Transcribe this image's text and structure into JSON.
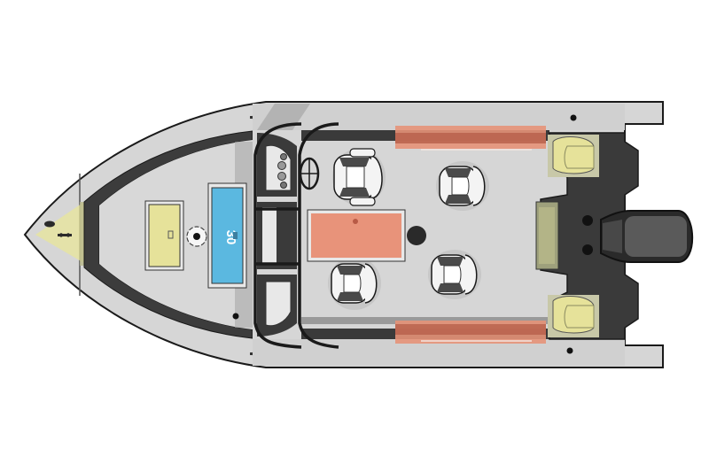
{
  "diagram": {
    "type": "boat-deck-layout-top-view",
    "background": "#ffffff",
    "colors": {
      "hull_outline": "#1a1a1a",
      "deck_light": "#d4d4d4",
      "gunwale": "#c8c8c8",
      "dark_trim": "#3c3c3c",
      "hatch_yellow": "#e6e29a",
      "livewell_blue": "#5bb8e0",
      "storage_orange": "#e8937a",
      "rod_locker_orange": "#e59278",
      "rod_locker_stripe": "#b8624c",
      "seat_white": "#f4f4f4",
      "seat_dark": "#4a4a4a",
      "motor_dark": "#3a3a3a",
      "light_cone": "#e8e59a"
    },
    "bow": {
      "navigation_light": "yellow light cone at bow tip",
      "cleat": "bow cleat"
    },
    "bow_deck": {
      "storage_hatch": "yellow storage hatch",
      "livewell": {
        "label": "30",
        "description": "blue livewell / storage compartment"
      },
      "trolling_motor_mount": "round mount",
      "drain": "black drain hole"
    },
    "helm": {
      "windshield": "walk-through windshield",
      "steering_wheel": "steering wheel",
      "gauges": 4
    },
    "cockpit": {
      "seats": [
        {
          "name": "driver-seat"
        },
        {
          "name": "passenger-seat"
        },
        {
          "name": "rear-seat-port"
        },
        {
          "name": "rear-seat-starboard"
        }
      ],
      "center_storage": "orange storage compartment",
      "pedestal_base": "black pedestal base",
      "rod_lockers": [
        "port rod locker",
        "starboard rod locker"
      ]
    },
    "stern": {
      "rear_jump_seats": 2,
      "transom_livewell": "yellow transom compartment",
      "outboard_motor": "outboard motor"
    }
  }
}
